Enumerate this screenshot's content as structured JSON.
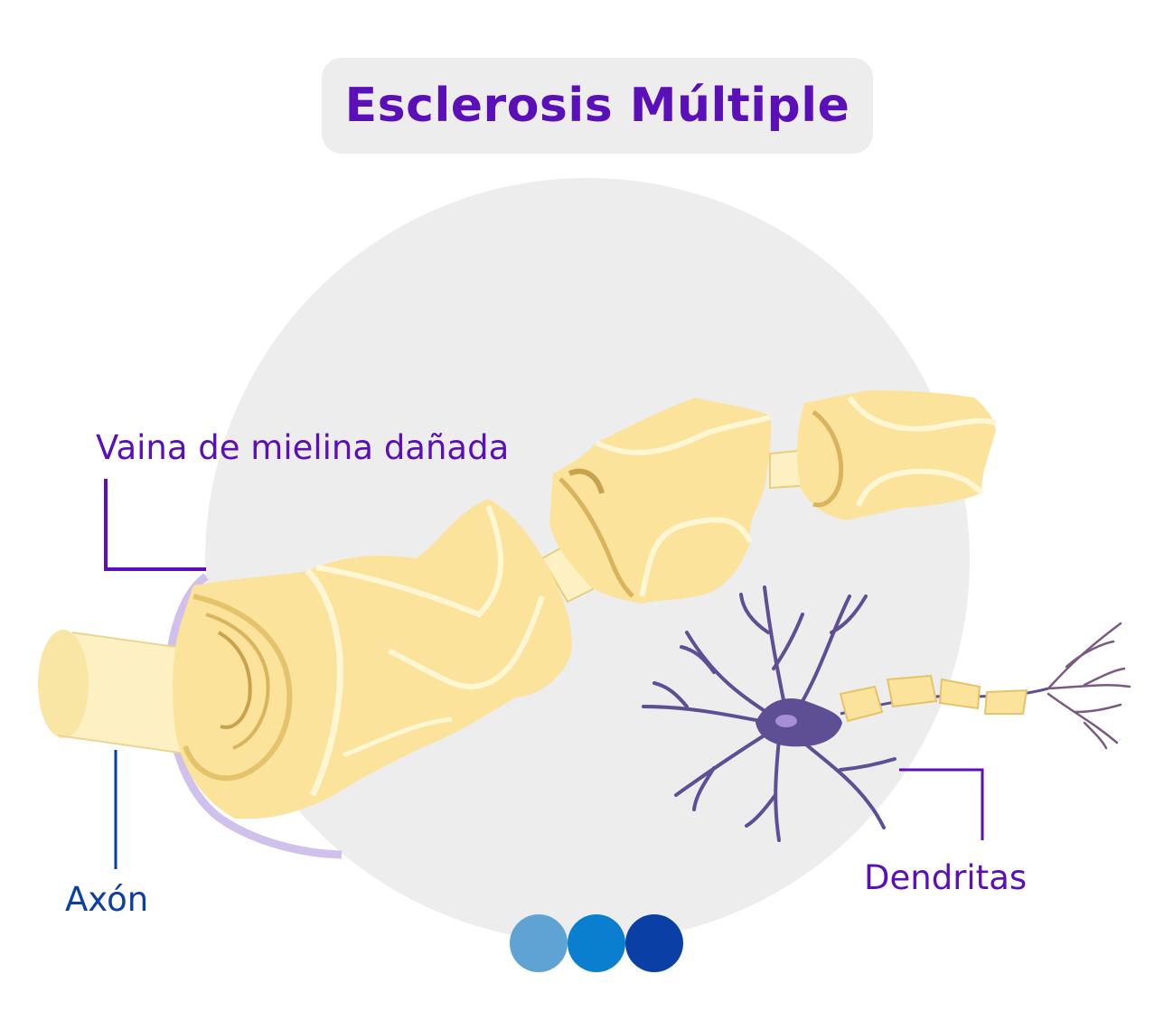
{
  "title": "Esclerosis Múltiple",
  "labels": {
    "myelin": "Vaina de mielina dañada",
    "axon": "Axón",
    "dendrites": "Dendritas"
  },
  "colors": {
    "title": "#5b0fb8",
    "label_purple": "#5b0fb8",
    "label_blue": "#0a3fa6",
    "background_circle": "#ededee",
    "myelin_fill": "#fbe39b",
    "axon_fill": "#fdf1c4",
    "neuron": "#5e4f95",
    "dots": [
      "#5fa3d4",
      "#0a7fd0",
      "#0a3fa6"
    ]
  }
}
